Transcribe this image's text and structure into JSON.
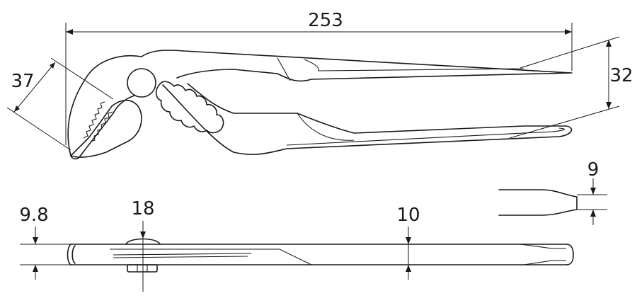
{
  "dimensions": {
    "overall_length": "253",
    "jaw_opening": "37",
    "handle_width": "32",
    "side_thickness": "9.8",
    "pivot_width": "18",
    "handle_thickness": "10",
    "tip_thickness": "9"
  }
}
